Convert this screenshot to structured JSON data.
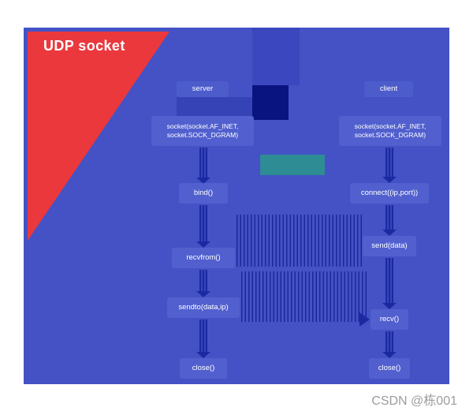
{
  "title": "UDP socket",
  "watermark": "CSDN @栋001",
  "colors": {
    "background": "#4452C5",
    "box": "#5160CE",
    "ribbon_red": "#EA383D",
    "arrow_dark_blue": "#1B2AA2",
    "teal_accent": "#2E8C94",
    "navy_accent": "#0A1480",
    "text": "#FFFFFF",
    "watermark_text": "#9C9C9C"
  },
  "server": {
    "header": "server",
    "socket": "socket(socket.AF_INET,\nsocket.SOCK_DGRAM)",
    "bind": "bind()",
    "recvfrom": "recvfrom()",
    "sendto": "sendto(data,ip)",
    "close": "close()"
  },
  "client": {
    "header": "client",
    "socket": "socket(socket.AF_INET,\nsocket.SOCK_DGRAM)",
    "connect": "connect((ip,port))",
    "send": "send(data)",
    "recv": "recv()",
    "close": "close()"
  }
}
